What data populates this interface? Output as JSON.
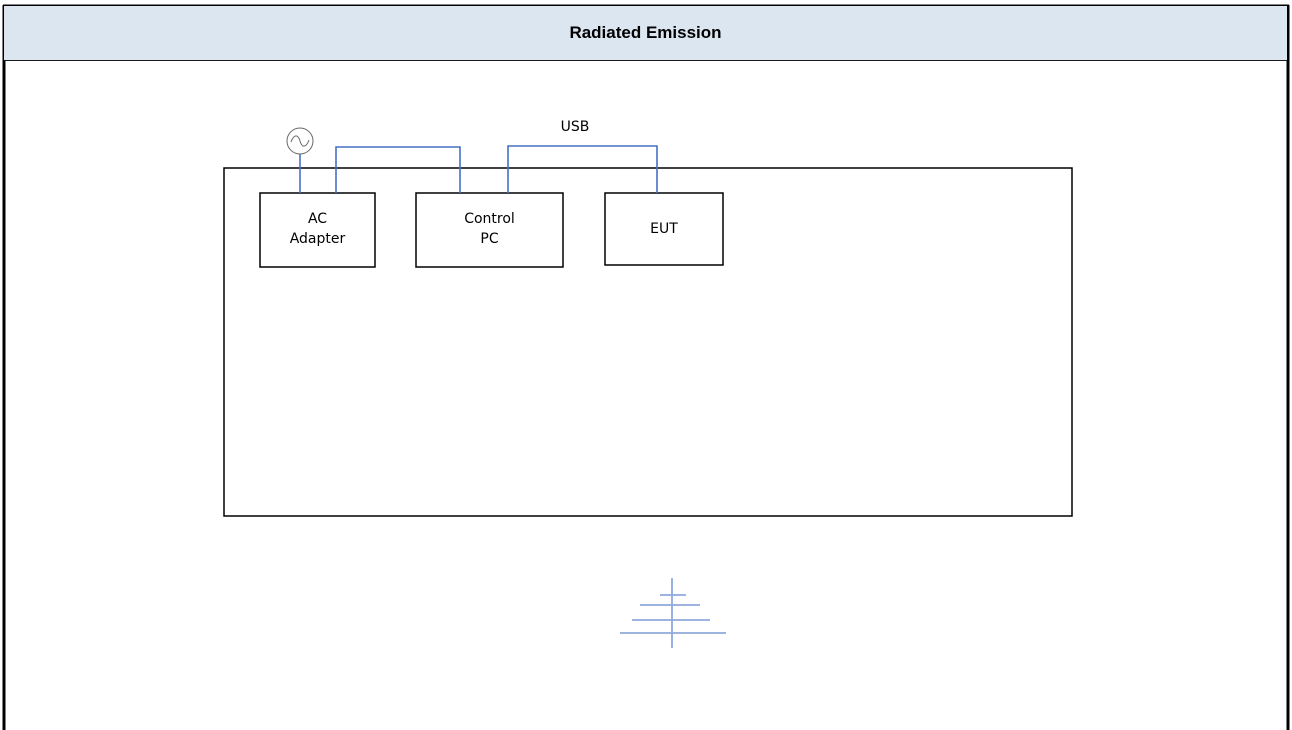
{
  "header": {
    "title": "Radiated Emission"
  },
  "diagram": {
    "devices": {
      "ac_adapter": [
        "AC",
        "Adapter"
      ],
      "control_pc": [
        "Control",
        "PC"
      ],
      "eut": "EUT"
    },
    "cables": {
      "usb_label": "USB"
    },
    "icons": {
      "power_source": "ac-source-icon",
      "antenna": "antenna-icon"
    },
    "colors": {
      "cable": "#4472c4",
      "antenna": "#8faadc",
      "outline": "#000000",
      "header_bg": "#dce6f1"
    }
  }
}
